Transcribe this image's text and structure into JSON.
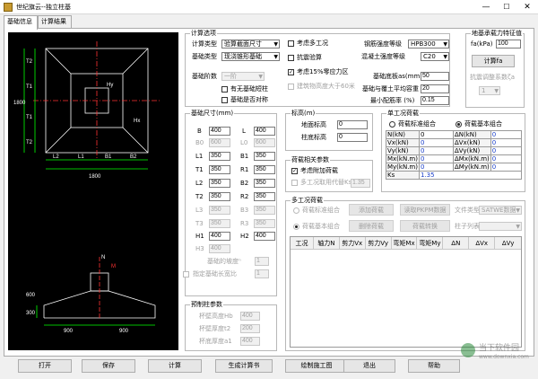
{
  "window": {
    "title": "世纪旗云--独立柱基",
    "min": "—",
    "max": "☐",
    "close": "✕"
  },
  "tabs": [
    {
      "label": "基础信息"
    },
    {
      "label": "计算结果"
    }
  ],
  "drawing": {
    "plan": {
      "dims_top": [
        "L2",
        "L1",
        "B1",
        "B2"
      ],
      "dims_left": [
        "T2",
        "T1",
        "T1",
        "T2"
      ],
      "overall_w": "1800",
      "overall_h": "1800",
      "left_dim": "1800",
      "labels": [
        "Hy",
        "Hx"
      ]
    },
    "section": {
      "dims_left": [
        "600",
        "300"
      ],
      "dims_bottom": [
        "900",
        "900"
      ],
      "marks": [
        "N",
        "M"
      ]
    }
  },
  "calc_options": {
    "title": "计算选项",
    "calc_type_label": "计算类型",
    "calc_type_value": "验算截面尺寸",
    "found_type_label": "基础类型",
    "found_type_value": "现浇锥形基础",
    "found_steps_label": "基础阶数",
    "found_steps_value": "一阶",
    "col_hinge_label": "有无基础短柱",
    "symmetric_label": "基础是否对称",
    "multi_case_label": "考虑多工况",
    "seismic_label": "抗震验算",
    "zero_stress_label": "考虑15%零应力区",
    "height_limit_label": "建筑物高度大于60米",
    "rebar_label": "钢筋强度等级",
    "rebar_value": "HPB300",
    "concrete_label": "混凝土强度等级",
    "concrete_value": "C20",
    "base_as_label": "基础底板as(mm)",
    "base_as_value": "50",
    "soil_weight_label": "基础与覆土平均容重",
    "soil_weight_value": "20",
    "min_ratio_label": "最小配筋率 (%)",
    "min_ratio_value": "0.15"
  },
  "bearing": {
    "title": "地基承载力特征值",
    "fa_label": "fa(kPa)",
    "fa_value": "100",
    "calc_fa_btn": "计算fa",
    "adjust_label": "抗震调整系数ζa",
    "adjust_value": "1"
  },
  "dims": {
    "title": "基础尺寸(mm)",
    "B": {
      "label": "B",
      "value": "400"
    },
    "L": {
      "label": "L",
      "value": "400"
    },
    "B0": {
      "label": "B0",
      "value": "600"
    },
    "L0": {
      "label": "L0",
      "value": "600"
    },
    "L1": {
      "label": "L1",
      "value": "350"
    },
    "B1": {
      "label": "B1",
      "value": "350"
    },
    "T1": {
      "label": "T1",
      "value": "350"
    },
    "R1": {
      "label": "R1",
      "value": "350"
    },
    "L2": {
      "label": "L2",
      "value": "350"
    },
    "B2": {
      "label": "B2",
      "value": "350"
    },
    "T2": {
      "label": "T2",
      "value": "350"
    },
    "R2": {
      "label": "R2",
      "value": "350"
    },
    "L3": {
      "label": "L3",
      "value": "350"
    },
    "B3": {
      "label": "B3",
      "value": "350"
    },
    "T3": {
      "label": "T3",
      "value": "350"
    },
    "R3": {
      "label": "R3",
      "value": "350"
    },
    "H1": {
      "label": "H1",
      "value": "400"
    },
    "H2": {
      "label": "H2",
      "value": "400"
    },
    "H3": {
      "label": "H3",
      "value": "400"
    },
    "slope_label": "基础的坡度ⁿ",
    "slope_value": "1",
    "fix_label": "指定基础长宽比",
    "fix_value": "1"
  },
  "elevation": {
    "title": "标高(m)",
    "ground_label": "地面标高",
    "ground_value": "0",
    "col_label": "柱底标高",
    "col_value": "0"
  },
  "load_params": {
    "title": "荷载相关参数",
    "extra_label": "考虑附加荷载",
    "multi_label": "多工况取用代替Ks",
    "multi_value": "1.35"
  },
  "single_load": {
    "title": "单工况荷载",
    "std_label": "荷载标准组合",
    "basic_label": "荷载基本组合",
    "rows": [
      {
        "l1": "N(kN)",
        "v1": "0",
        "l2": "ΔN(kN)",
        "v2": "0"
      },
      {
        "l1": "Vx(kN)",
        "v1": "0",
        "l2": "ΔVx(kN)",
        "v2": "0"
      },
      {
        "l1": "Vy(kN)",
        "v1": "0",
        "l2": "ΔVy(kN)",
        "v2": "0"
      },
      {
        "l1": "Mx(kN.m)",
        "v1": "0",
        "l2": "ΔMx(kN.m)",
        "v2": "0"
      },
      {
        "l1": "My(kN.m)",
        "v1": "0",
        "l2": "ΔMy(kN.m)",
        "v2": "0"
      }
    ],
    "ks_label": "Ks",
    "ks_value": "1.35"
  },
  "multi_load": {
    "title": "多工况荷载",
    "std_label": "荷载标准组合",
    "basic_label": "荷载基本组合",
    "add_btn": "添加荷载",
    "del_btn": "删除荷载",
    "read_btn": "读取PKPM数据",
    "convert_btn": "荷载转换",
    "filetype_label": "文件类型",
    "filetype_value": "SATWE数据",
    "colno_label": "柱子列表",
    "colno_value": "",
    "headers": [
      "工况",
      "轴力N",
      "剪力Vx",
      "剪力Vy",
      "弯矩Mx",
      "弯矩My",
      "ΔN",
      "ΔVx",
      "ΔVy"
    ]
  },
  "precast": {
    "title": "预制柱参数",
    "hb_label": "杯壁高度Hb",
    "hb_value": "400",
    "t2_label": "杯壁厚度t2",
    "t2_value": "200",
    "a1_label": "杯底厚度a1",
    "a1_value": "400"
  },
  "buttons": [
    "打开",
    "保存",
    "计算",
    "生成计算书",
    "绘制施工图",
    "退出",
    "帮助"
  ],
  "watermark": {
    "title": "当下软件园",
    "url": "www.downxia.com"
  }
}
